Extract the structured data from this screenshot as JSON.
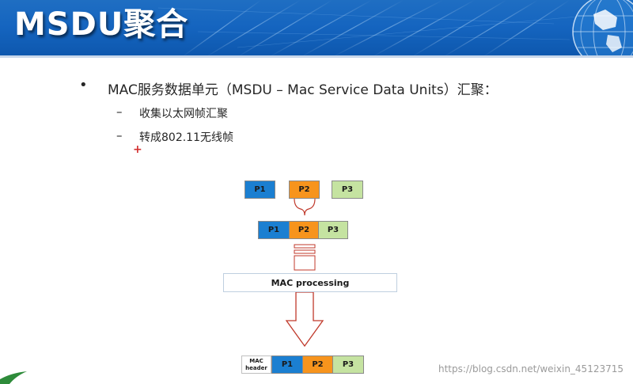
{
  "slide": {
    "title": "MSDU聚合",
    "main_bullet": "MAC服务数据单元（MSDU – Mac Service Data Units）汇聚：",
    "sub_bullets": [
      "收集以太网帧汇聚",
      "转成802.11无线帧"
    ],
    "bullet_symbol": "•",
    "dash_symbol": "–",
    "plus_symbol": "+"
  },
  "diagram": {
    "top_row": [
      "P1",
      "P2",
      "P3"
    ],
    "aggregated_row": [
      "P1",
      "P2",
      "P3"
    ],
    "mac_processing": "MAC processing",
    "mac_header": "MAC header",
    "output_row": [
      "P1",
      "P2",
      "P3"
    ]
  },
  "watermark": "https://blog.csdn.net/weixin_45123715",
  "colors": {
    "banner": "#1565c0",
    "p1": "#1b7fd1",
    "p2": "#f7941d",
    "p3": "#c5e3a1",
    "arrow": "#c0392b"
  }
}
